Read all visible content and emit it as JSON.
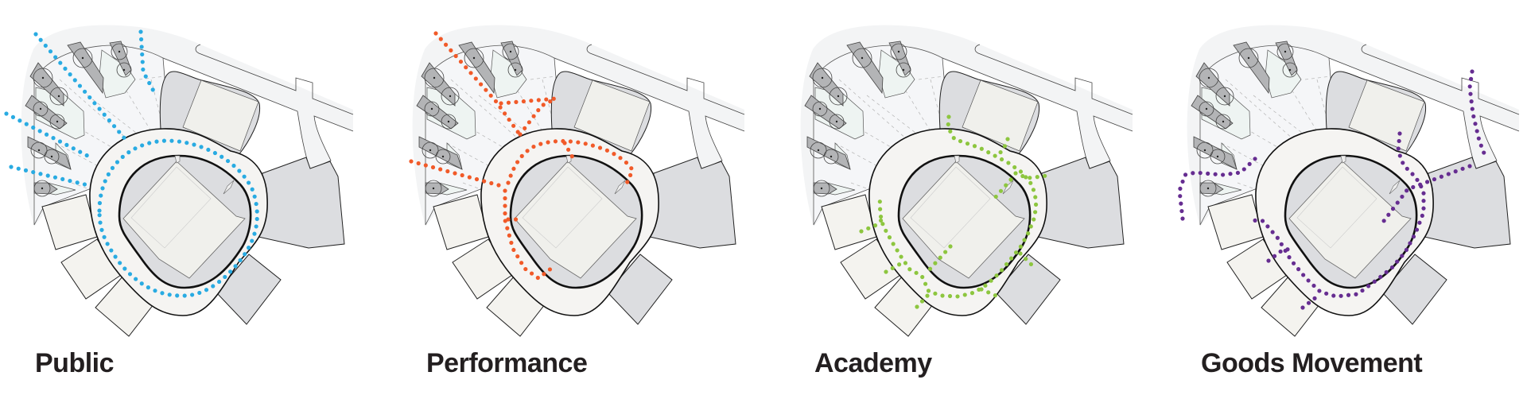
{
  "panels": [
    {
      "label": "Public",
      "route_color": "#29abe2"
    },
    {
      "label": "Performance",
      "route_color": "#f15a29"
    },
    {
      "label": "Academy",
      "route_color": "#8dc63f"
    },
    {
      "label": "Goods Movement",
      "route_color": "#662d91"
    }
  ]
}
